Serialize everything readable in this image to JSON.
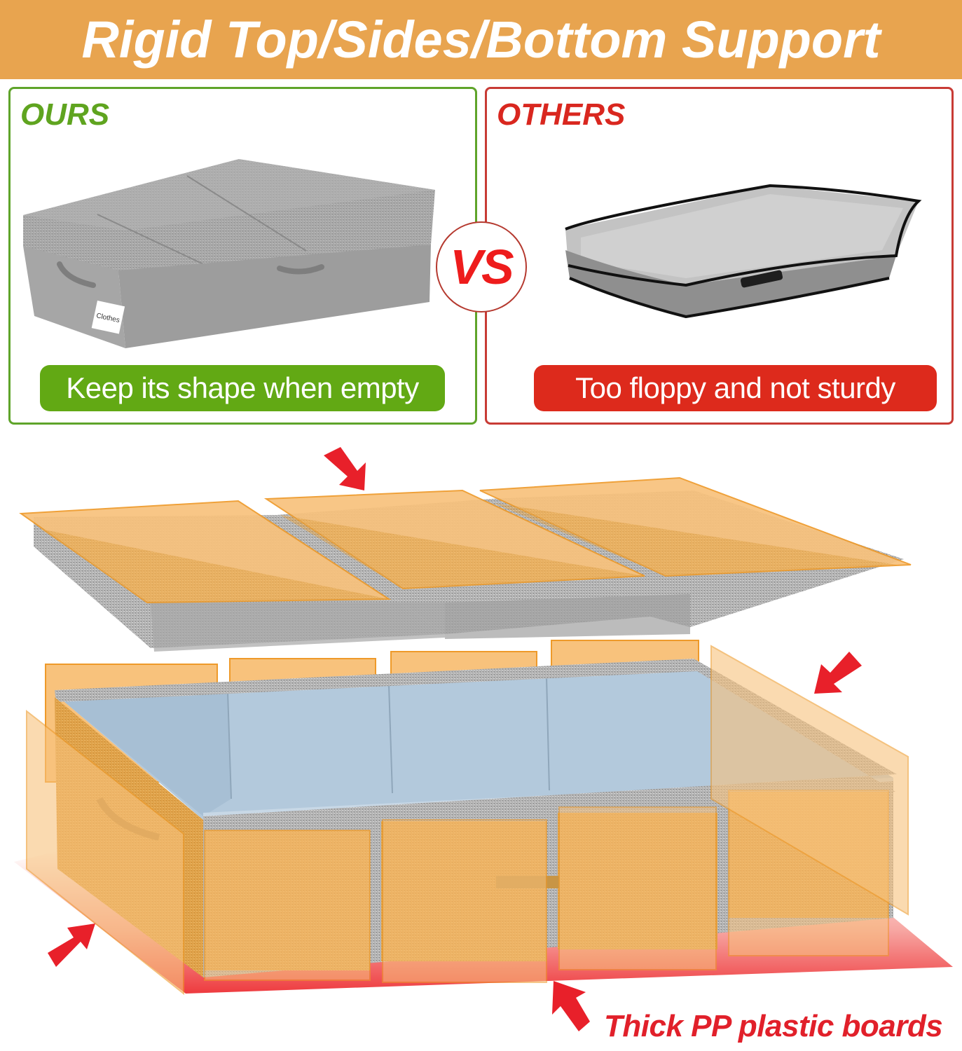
{
  "banner": {
    "title": "Rigid Top/Sides/Bottom Support",
    "background": "#e8a44f"
  },
  "comparison": {
    "ours": {
      "label": "OURS",
      "tagline": "Keep its shape when empty",
      "product_label_tag": "Clothes",
      "accent": "#5fa42a"
    },
    "vs": {
      "text": "VS",
      "color": "#ee1c1c"
    },
    "others": {
      "label": "OTHERS",
      "tagline": "Too floppy and not sturdy",
      "accent": "#dd2a1c"
    }
  },
  "illustration": {
    "caption": "Thick PP plastic boards",
    "caption_color": "#e1202a",
    "board_color": "#f5b358",
    "lining_color": "#b6cadb",
    "fabric_color": "#a9a9a9",
    "arrow_color": "#e8202a",
    "icons": [
      "arrow-top-lid-icon",
      "arrow-right-side-icon",
      "arrow-left-bottom-icon",
      "arrow-bottom-center-icon"
    ]
  }
}
